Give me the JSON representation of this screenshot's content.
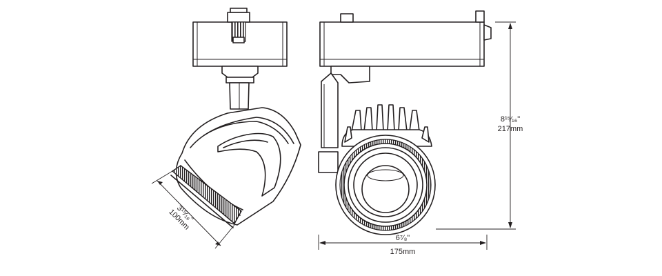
{
  "dimensions": {
    "height": {
      "imperial": "8¹⁵⁄₁₆\"",
      "metric": "217mm"
    },
    "width": {
      "imperial": "6⁷⁄₈\"",
      "metric": "175mm"
    },
    "diameter": {
      "imperial": "3¹⁵⁄₁₆\"",
      "metric": "100mm"
    }
  }
}
